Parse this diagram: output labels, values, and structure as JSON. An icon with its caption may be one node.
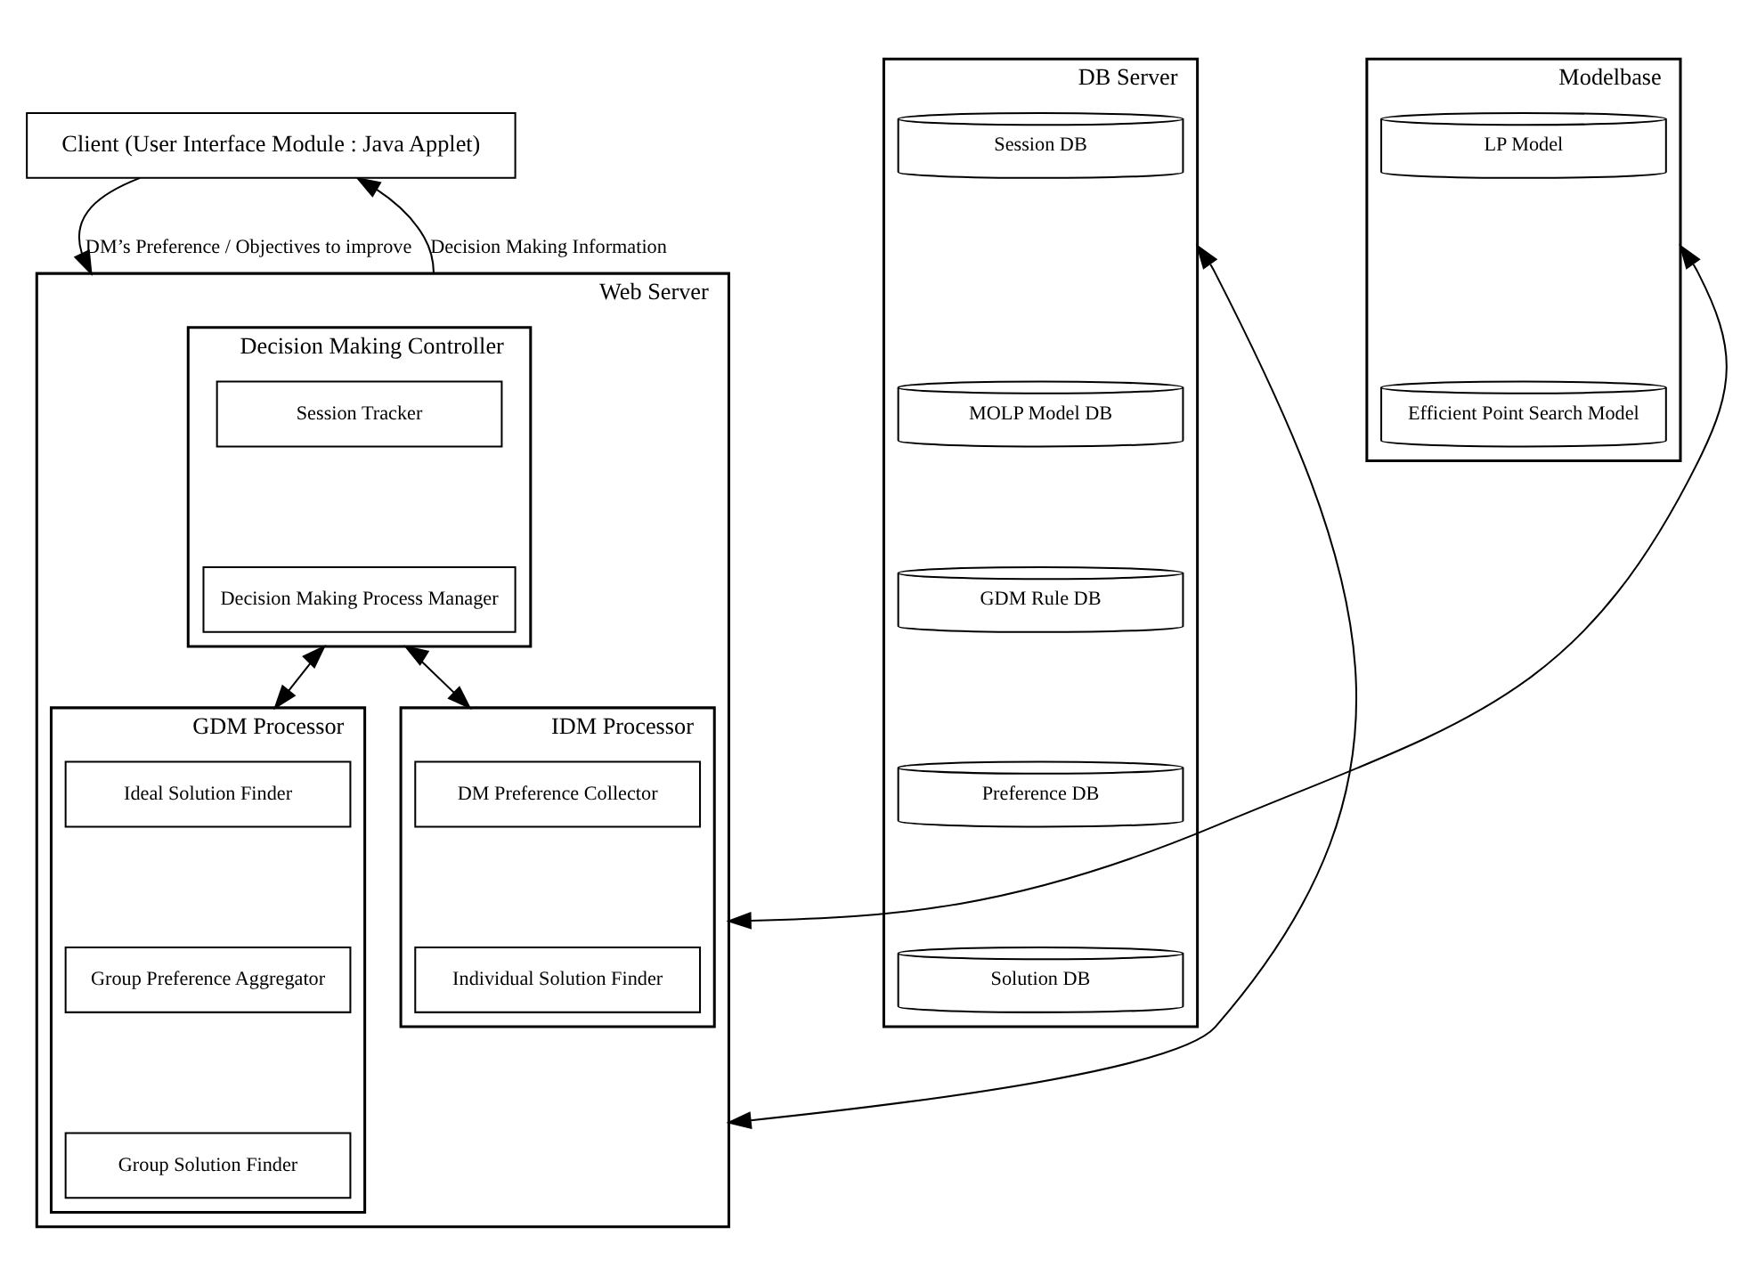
{
  "diagram": {
    "nodes": [
      {
        "text": [
          "Client (User Interface Module : Java Applet)"
        ]
      },
      {
        "text": [
          "Web Server"
        ]
      },
      {
        "text": [
          "Decision Making Controller"
        ],
        "in": 1
      },
      {
        "text": [
          "Session Tracker"
        ],
        "in": 2
      },
      {
        "text": [
          "Decision Making Process Manager"
        ],
        "in": 2
      },
      {
        "text": [
          "GDM Processor"
        ],
        "in": 1
      },
      {
        "text": [
          "Ideal Solution Finder"
        ],
        "in": 5
      },
      {
        "text": [
          "Group Preference Aggregator"
        ],
        "in": 5
      },
      {
        "text": [
          "Group Solution Finder"
        ],
        "in": 5
      },
      {
        "text": [
          "IDM Processor"
        ],
        "in": 1
      },
      {
        "text": [
          "DM Preference Collector"
        ],
        "in": 9
      },
      {
        "text": [
          "Individual Solution Finder"
        ],
        "in": 9
      },
      {
        "text": [
          "DB Server"
        ]
      },
      {
        "text": [
          "Session DB"
        ],
        "in": 12
      },
      {
        "text": [
          "MOLP Model DB"
        ],
        "in": 12
      },
      {
        "text": [
          "GDM Rule DB"
        ],
        "in": 12
      },
      {
        "text": [
          "Preference DB"
        ],
        "in": 12
      },
      {
        "text": [
          "Solution DB"
        ],
        "in": 12
      },
      {
        "text": [
          "Modelbase"
        ]
      },
      {
        "text": [
          "LP Model"
        ],
        "in": 18
      },
      {
        "text": [
          "Efficient Point Search Model"
        ],
        "in": 18
      }
    ],
    "edges": [
      {
        "from": 0,
        "to": 1,
        "arrow": "to",
        "label": "DM’s Preference / Objectives to improve"
      },
      {
        "from": 1,
        "to": 0,
        "arrow": "to",
        "label": "Decision Making Information"
      },
      {
        "from": 2,
        "to": 5,
        "arrow": "both"
      },
      {
        "from": 2,
        "to": 9,
        "arrow": "both"
      },
      {
        "from": 1,
        "to": 12,
        "arrow": "both"
      },
      {
        "from": 1,
        "to": 18,
        "arrow": "both"
      }
    ]
  }
}
